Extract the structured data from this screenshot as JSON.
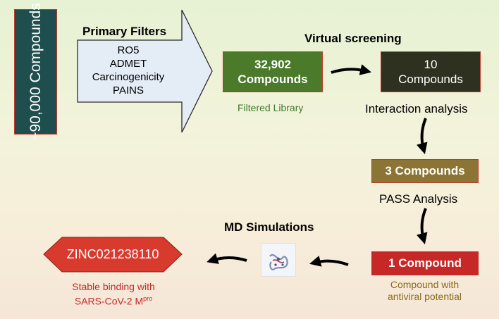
{
  "start": {
    "label": "~90,000 Compounds"
  },
  "primary_filters": {
    "title": "Primary Filters",
    "items": [
      "RO5",
      "ADMET",
      "Carcinogenicity",
      "PAINS"
    ]
  },
  "virtual_screening": {
    "title": "Virtual screening"
  },
  "filtered_library": {
    "count_line": "32,902",
    "unit_line": "Compounds",
    "caption": "Filtered Library"
  },
  "ten_compounds": {
    "count_line": "10",
    "unit_line": "Compounds"
  },
  "interaction": {
    "label": "Interaction analysis"
  },
  "three_compounds": {
    "label": "3 Compounds"
  },
  "pass": {
    "label": "PASS Analysis"
  },
  "one_compound": {
    "label": "1 Compound",
    "caption_line1": "Compound with",
    "caption_line2": "antiviral potential"
  },
  "md": {
    "title": "MD Simulations"
  },
  "final": {
    "label": "ZINC021238110",
    "caption_line1": "Stable binding with",
    "caption_line2_prefix": "SARS-CoV-2 M",
    "caption_line2_sup": "pro"
  },
  "colors": {
    "start_box": "#1f4e4f",
    "filtered_library": "#4a7a2a",
    "ten_compounds": "#2f3120",
    "three_compounds": "#8b7434",
    "one_compound": "#c62828",
    "final_hit": "#d83a2e",
    "box_border": "#c0392b"
  }
}
